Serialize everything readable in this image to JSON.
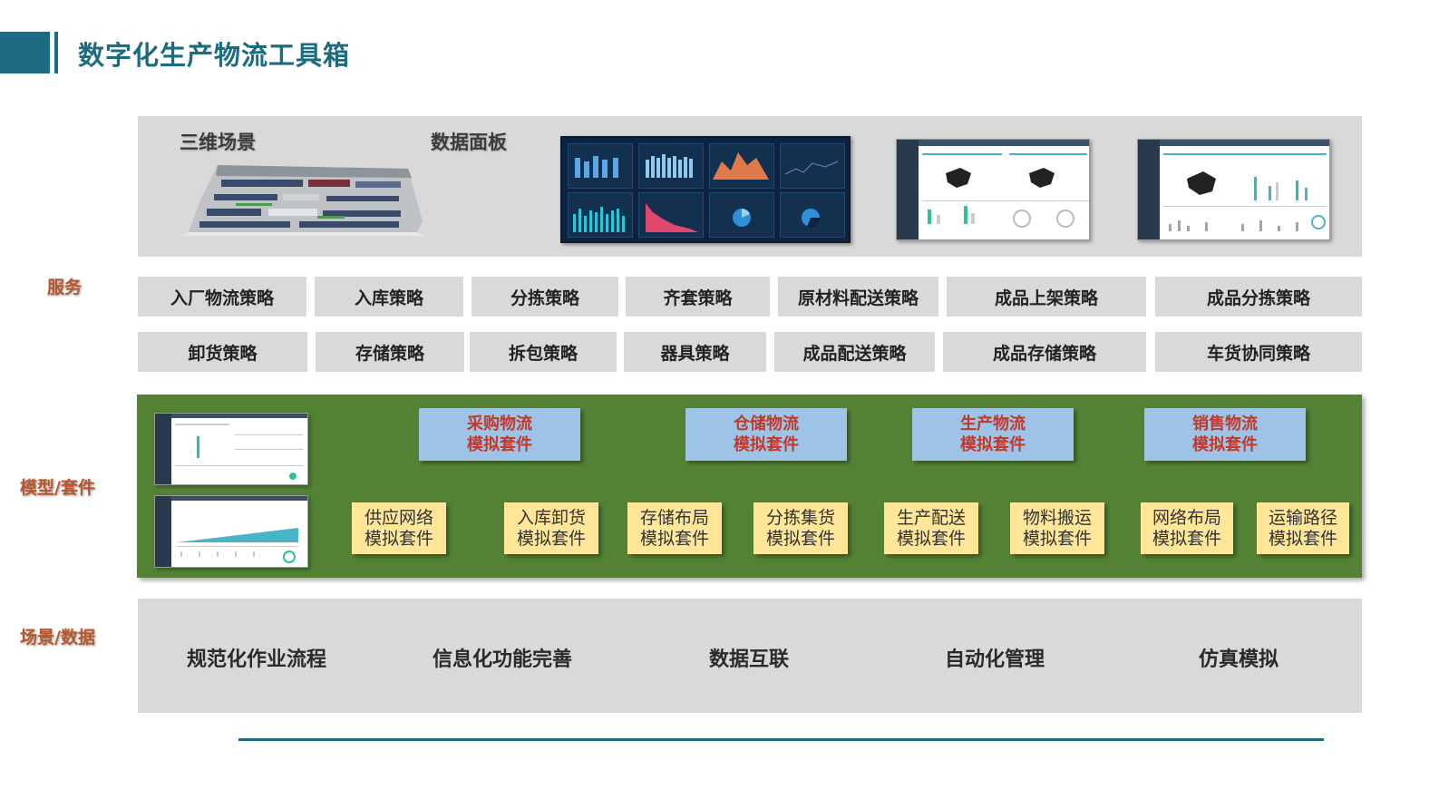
{
  "title": "数字化生产物流工具箱",
  "side_labels": {
    "service": "服务",
    "model": "模型/套件",
    "scene": "场景/数据"
  },
  "top_panel": {
    "scene_3d": "三维场景",
    "data_board": "数据面板"
  },
  "strategies_row1": [
    "入厂物流策略",
    "入库策略",
    "分拣策略",
    "齐套策略",
    "原材料配送策略",
    "成品上架策略",
    "成品分拣策略"
  ],
  "strategies_row2": [
    "卸货策略",
    "存储策略",
    "拆包策略",
    "器具策略",
    "成品配送策略",
    "成品存储策略",
    "车货协同策略"
  ],
  "logistics_suites": [
    {
      "line1": "采购物流",
      "line2": "模拟套件"
    },
    {
      "line1": "仓储物流",
      "line2": "模拟套件"
    },
    {
      "line1": "生产物流",
      "line2": "模拟套件"
    },
    {
      "line1": "销售物流",
      "line2": "模拟套件"
    }
  ],
  "sub_suites": [
    {
      "line1": "供应网络",
      "line2": "模拟套件"
    },
    {
      "line1": "入库卸货",
      "line2": "模拟套件"
    },
    {
      "line1": "存储布局",
      "line2": "模拟套件"
    },
    {
      "line1": "分拣集货",
      "line2": "模拟套件"
    },
    {
      "line1": "生产配送",
      "line2": "模拟套件"
    },
    {
      "line1": "物料搬运",
      "line2": "模拟套件"
    },
    {
      "line1": "网络布局",
      "line2": "模拟套件"
    },
    {
      "line1": "运输路径",
      "line2": "模拟套件"
    }
  ],
  "scene_items": [
    "规范化作业流程",
    "信息化功能完善",
    "数据互联",
    "自动化管理",
    "仿真模拟"
  ],
  "colors": {
    "accent": "#1c6b80",
    "side_label": "#b8572d",
    "panel_gray": "#d9d9d9",
    "green_panel": "#548235",
    "blue_box": "#9dc3e6",
    "blue_box_text": "#c0392b",
    "yellow_box": "#ffe699"
  }
}
